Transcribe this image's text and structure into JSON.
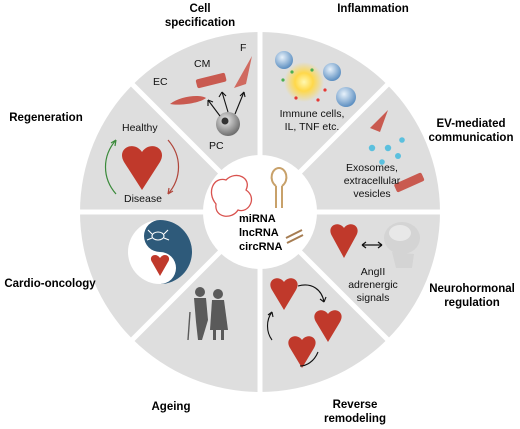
{
  "center": {
    "mirna": "miRNA",
    "lncrna": "lncRNA",
    "circrna": "circRNA"
  },
  "sectors": [
    {
      "id": "cell-specification",
      "title_l1": "Cell",
      "title_l2": "specification",
      "labels": [
        "CM",
        "F",
        "EC",
        "PC"
      ]
    },
    {
      "id": "inflammation",
      "title_l1": "Inflammation",
      "inner_l1": "Immune cells,",
      "inner_l2": "IL, TNF etc."
    },
    {
      "id": "ev-mediated",
      "title_l1": "EV-mediated",
      "title_l2": "communication",
      "inner_l1": "Exosomes,",
      "inner_l2": "extracellular",
      "inner_l3": "vesicles"
    },
    {
      "id": "neurohormonal",
      "title_l1": "Neurohormonal",
      "title_l2": "regulation",
      "inner_l1": "AngII",
      "inner_l2": "adrenergic",
      "inner_l3": "signals"
    },
    {
      "id": "reverse-remodeling",
      "title_l1": "Reverse",
      "title_l2": "remodeling"
    },
    {
      "id": "ageing",
      "title_l1": "Ageing"
    },
    {
      "id": "cardio-oncology",
      "title_l1": "Cardio-oncology"
    },
    {
      "id": "regeneration",
      "title_l1": "Regeneration",
      "inner_l1": "Healthy",
      "inner_l2": "Disease"
    }
  ],
  "colors": {
    "ring": "#dedede",
    "divider": "#ffffff",
    "center": "#ffffff",
    "heart": "#c0392b",
    "oncology": "#2e5a7a",
    "cell": "#c95a50",
    "exosome": "#5bc0de",
    "brain": "#cfcfcf"
  }
}
